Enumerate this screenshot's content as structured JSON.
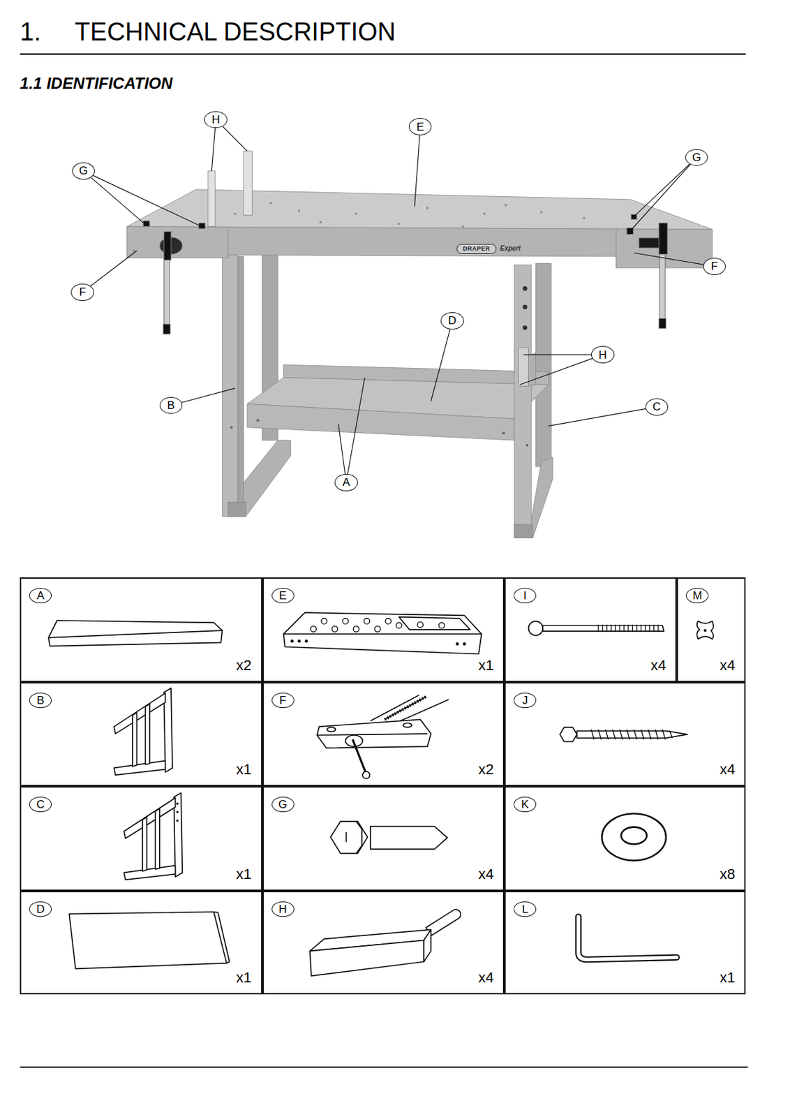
{
  "diagram": {
    "title": "TECHNICAL DESCRIPTION",
    "nodes": [
      {
        "text": [
          "H"
        ]
      },
      {
        "text": [
          "E"
        ]
      },
      {
        "text": [
          "G"
        ]
      },
      {
        "text": [
          "G"
        ]
      },
      {
        "text": [
          "F"
        ]
      },
      {
        "text": [
          "F"
        ]
      },
      {
        "text": [
          "D"
        ]
      },
      {
        "text": [
          "H"
        ]
      },
      {
        "text": [
          "B"
        ]
      },
      {
        "text": [
          "C"
        ]
      },
      {
        "text": [
          "A"
        ]
      },
      {
        "text": [
          "x2"
        ]
      },
      {
        "text": [
          "A"
        ],
        "in": 11
      },
      {
        "text": [
          "x1"
        ]
      },
      {
        "text": [
          "E"
        ],
        "in": 13
      },
      {
        "text": [
          "x4"
        ]
      },
      {
        "text": [
          "I"
        ],
        "in": 15
      },
      {
        "text": [
          "x4"
        ]
      },
      {
        "text": [
          "M"
        ],
        "in": 17
      },
      {
        "text": [
          "x1"
        ]
      },
      {
        "text": [
          "B"
        ],
        "in": 19
      },
      {
        "text": [
          "x2"
        ]
      },
      {
        "text": [
          "F"
        ],
        "in": 21
      },
      {
        "text": [
          "x4"
        ]
      },
      {
        "text": [
          "J"
        ],
        "in": 23
      },
      {
        "text": [
          "x1"
        ]
      },
      {
        "text": [
          "C"
        ],
        "in": 25
      },
      {
        "text": [
          "x4"
        ]
      },
      {
        "text": [
          "G"
        ],
        "in": 27
      },
      {
        "text": [
          "x8"
        ]
      },
      {
        "text": [
          "K"
        ],
        "in": 29
      },
      {
        "text": [
          "x1"
        ]
      },
      {
        "text": [
          "D"
        ],
        "in": 31
      },
      {
        "text": [
          "x4"
        ]
      },
      {
        "text": [
          "H"
        ],
        "in": 33
      },
      {
        "text": [
          "x1"
        ]
      },
      {
        "text": [
          "L"
        ],
        "in": 35
      },
      {
        "text": [
          "DRAPER"
        ]
      }
    ],
    "labels": [
      "1.",
      "1.1 IDENTIFICATION",
      "Expert"
    ]
  }
}
